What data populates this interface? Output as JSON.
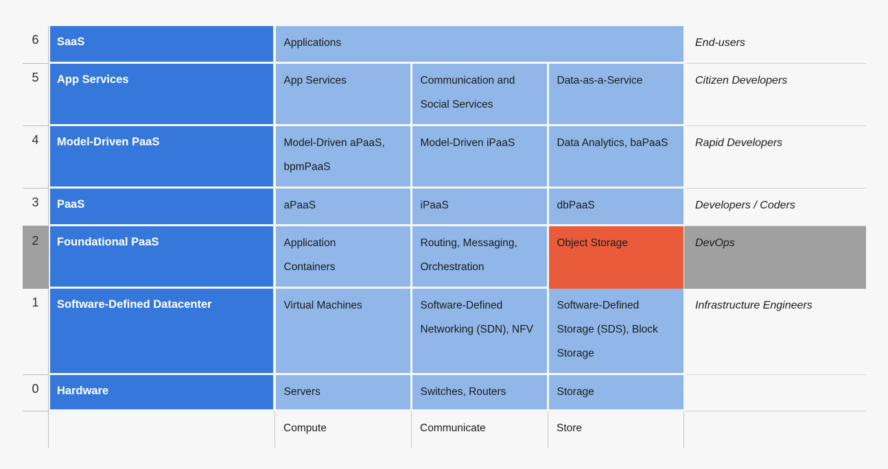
{
  "palette": {
    "page_bg": "#f7f7f7",
    "layer_blue": "#3577db",
    "component_blue": "#90b7e8",
    "highlight_red": "#ea5b3c",
    "highlight_gray": "#a0a0a0",
    "grid_line": "#c6c6c6",
    "text_dark": "#1b1b1b",
    "text_white": "#ffffff"
  },
  "stack": {
    "rows": [
      {
        "level": "6",
        "layer": "SaaS",
        "cells": [
          "Applications"
        ],
        "user": "End-users",
        "highlighted": false
      },
      {
        "level": "5",
        "layer": "App Services",
        "cells": [
          "App Services",
          "Communication and Social Services",
          "Data-as-a-Service"
        ],
        "user": "Citizen Developers",
        "highlighted": false
      },
      {
        "level": "4",
        "layer": "Model-Driven PaaS",
        "cells": [
          "Model-Driven aPaaS, bpmPaaS",
          "Model-Driven iPaaS",
          "Data Analytics, baPaaS"
        ],
        "user": "Rapid Developers",
        "highlighted": false
      },
      {
        "level": "3",
        "layer": "PaaS",
        "cells": [
          "aPaaS",
          "iPaaS",
          "dbPaaS"
        ],
        "user": "Developers / Coders",
        "highlighted": false
      },
      {
        "level": "2",
        "layer": "Foundational PaaS",
        "cells": [
          "Application Containers",
          "Routing, Messaging, Orchestration",
          "Object Storage"
        ],
        "user": "DevOps",
        "highlighted": true
      },
      {
        "level": "1",
        "layer": "Software-Defined Datacenter",
        "cells": [
          "Virtual Machines",
          "Software-Defined Networking (SDN), NFV",
          "Software-Defined Storage (SDS), Block Storage"
        ],
        "user": "Infrastructure Engineers",
        "highlighted": false
      },
      {
        "level": "0",
        "layer": "Hardware",
        "cells": [
          "Servers",
          "Switches, Routers",
          "Storage"
        ],
        "user": "",
        "highlighted": false
      }
    ],
    "footer": {
      "categories": [
        "Compute",
        "Communicate",
        "Store"
      ]
    }
  }
}
